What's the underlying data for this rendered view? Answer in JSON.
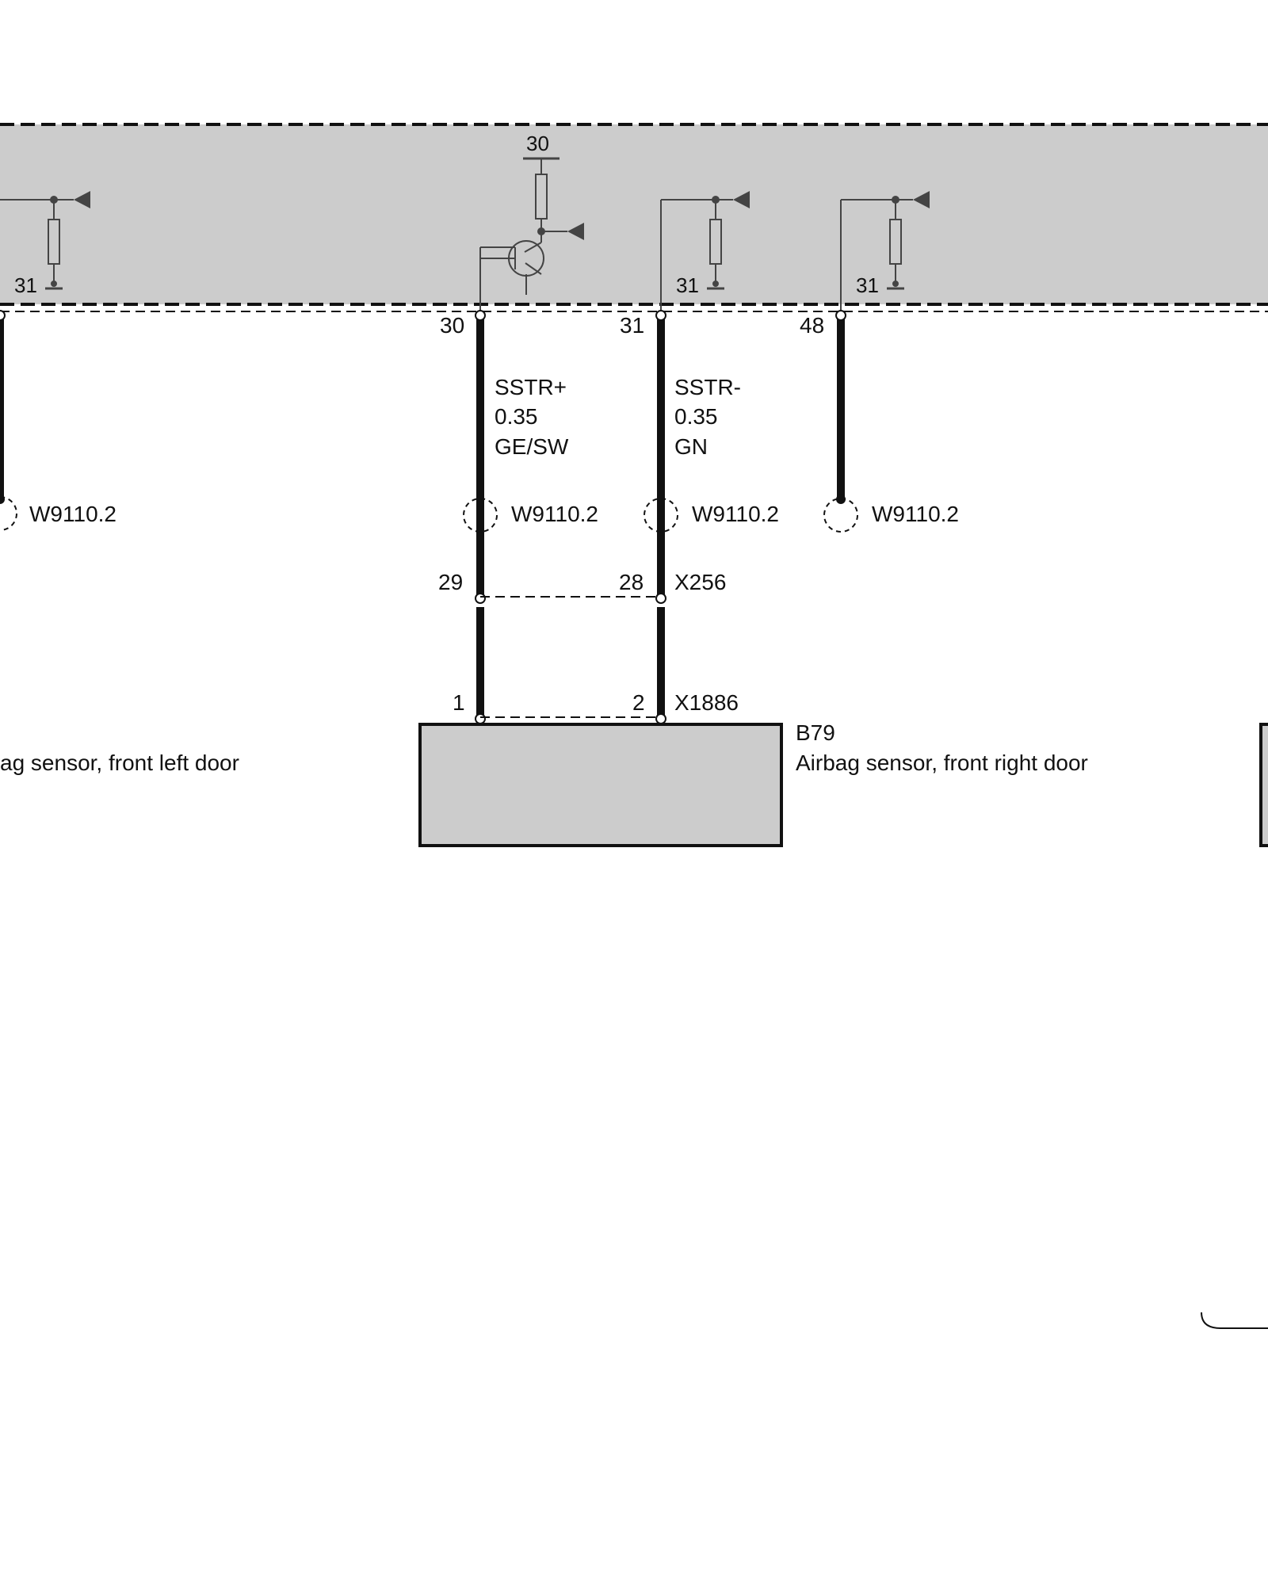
{
  "colors": {
    "module_fill": "#cccccc",
    "line": "#111111",
    "component_line": "#444444",
    "background": "#ffffff"
  },
  "control_unit": {
    "supply_label": "30",
    "ground_label_1": "31",
    "ground_label_2": "31",
    "ground_label_3": "31",
    "pins": {
      "p30": "30",
      "p31": "31",
      "p48": "48"
    }
  },
  "wires": {
    "sstr_plus": {
      "name": "SSTR+",
      "size": "0.35",
      "color": "GE/SW"
    },
    "sstr_minus": {
      "name": "SSTR-",
      "size": "0.35",
      "color": "GN"
    }
  },
  "splices": {
    "left": "W9110.2",
    "sstr_plus": "W9110.2",
    "sstr_minus": "W9110.2",
    "p48": "W9110.2"
  },
  "connector_x256": {
    "id": "X256",
    "pin_a": "29",
    "pin_b": "28"
  },
  "connector_x1886": {
    "id": "X1886",
    "pin_a": "1",
    "pin_b": "2"
  },
  "components": {
    "left_door_sensor": {
      "label": "ag sensor, front left door"
    },
    "b79": {
      "id": "B79",
      "label": "Airbag sensor, front right door"
    }
  },
  "icons": [
    "resistor-icon",
    "ground-icon",
    "transistor-icon",
    "signal-arrow-icon",
    "splice-icon"
  ]
}
